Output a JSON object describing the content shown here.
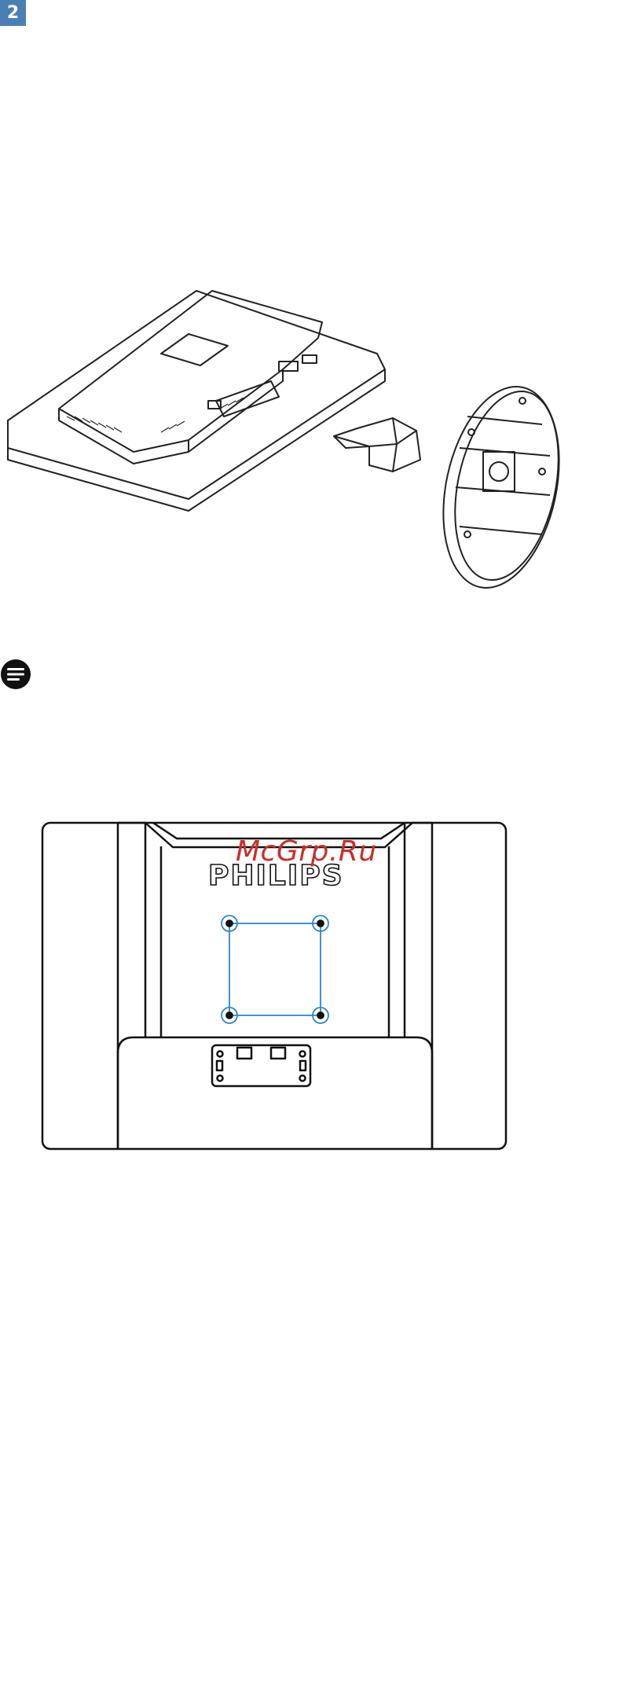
{
  "step": {
    "number": "2"
  },
  "figure_back": {
    "brand_text": "PHILIPS"
  },
  "watermark": {
    "text": "McGrp.Ru"
  },
  "colors": {
    "badge": "#4a7fb5",
    "mount_points": "#2f86c9",
    "watermark": "#c8302a"
  },
  "icons": {
    "note": "note-icon"
  }
}
